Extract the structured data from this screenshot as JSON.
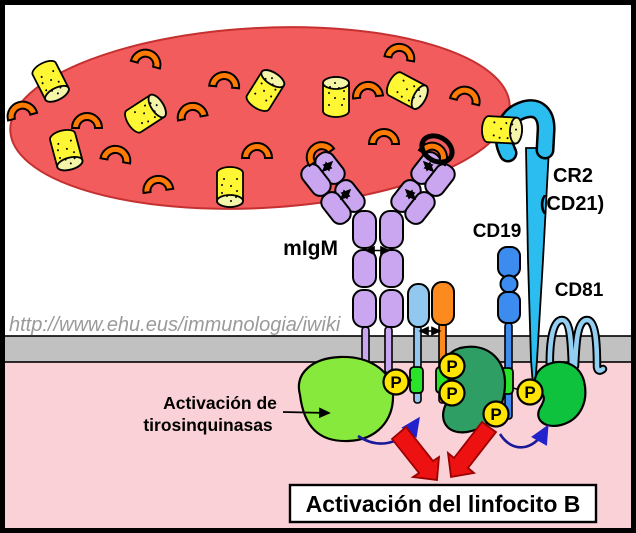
{
  "diagram": {
    "watermark": "http://www.ehu.eus/immunologia/iwiki",
    "labels": {
      "migm": "mIgM",
      "cr2": "CR2",
      "cd21": "(CD21)",
      "cd19": "CD19",
      "cd81": "CD81",
      "kinase_line1": "Activación de",
      "kinase_line2": "tirosinquinasas",
      "phospho": "P",
      "activation_box": "Activación del linfocito B"
    },
    "colors": {
      "pathogen": "#F25C5C",
      "antigen_orange": "#FF7A00",
      "cylinder_yellow": "#FFF733",
      "cylinder_cap": "#F5F5A9",
      "migm_purple": "#C9A6EF",
      "ig_alpha_blue": "#92C8F0",
      "ig_beta_orange": "#FC8A1E",
      "cd19_blue": "#3C8CF0",
      "cr2_cyan": "#2BBDEF",
      "cd81_blue": "#93CFF1",
      "membrane_gray": "#C1C1C1",
      "cytoplasm_pink": "#F9D1D6",
      "kinase_green": "#87E93B",
      "syk_green": "#2F9E64",
      "lyn_green": "#0FC23E",
      "itam_green": "#29E329",
      "phospho_yellow": "#FFE500",
      "arrow_red": "#EE1111",
      "arrow_blue": "#2222CC"
    }
  }
}
